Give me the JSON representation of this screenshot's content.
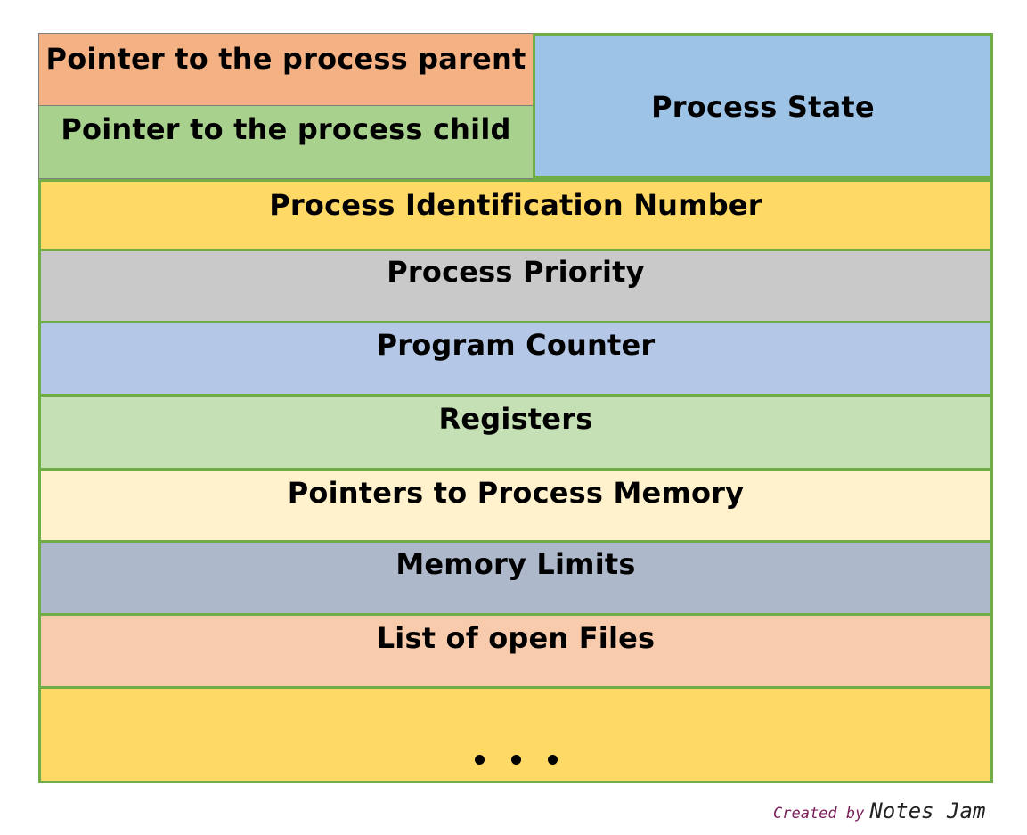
{
  "diagram": {
    "parent_pointer": "Pointer to the process parent",
    "child_pointer": "Pointer to the process child",
    "process_state": "Process State",
    "rows": [
      {
        "label": "Process Identification Number",
        "color": "#ffd966"
      },
      {
        "label": "Process Priority",
        "color": "#c9c9c9"
      },
      {
        "label": "Program Counter",
        "color": "#b4c7e7"
      },
      {
        "label": "Registers",
        "color": "#c5e0b4"
      },
      {
        "label": "Pointers to Process Memory",
        "color": "#fff2cc"
      },
      {
        "label": "Memory Limits",
        "color": "#adb9ca"
      },
      {
        "label": "List of open Files",
        "color": "#f8cbad"
      }
    ],
    "ellipsis_color": "#ffd966",
    "colors": {
      "parent": "#f4b183",
      "child": "#a9d18e",
      "state": "#9dc3e6",
      "border": "#70ad47"
    }
  },
  "credit": {
    "prefix": "Created by",
    "brand": "Notes Jam"
  }
}
